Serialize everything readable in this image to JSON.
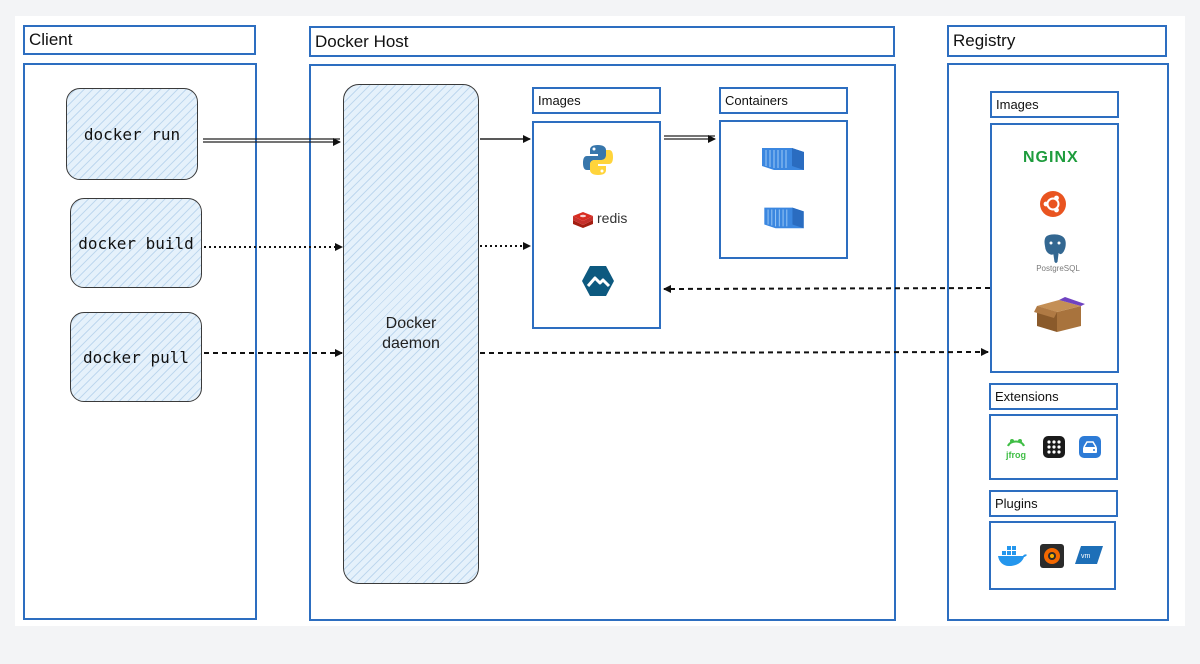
{
  "sections": {
    "client": "Client",
    "docker_host": "Docker Host",
    "registry": "Registry"
  },
  "client": {
    "commands": [
      "docker run",
      "docker build",
      "docker pull"
    ]
  },
  "host": {
    "daemon_label": "Docker\ndaemon",
    "images_label": "Images",
    "containers_label": "Containers",
    "image_icons": [
      "python-logo",
      "redis-logo",
      "alpine-logo"
    ],
    "redis_text": "redis",
    "container_icons": [
      "container-icon",
      "container-icon"
    ]
  },
  "registry": {
    "images_label": "Images",
    "extensions_label": "Extensions",
    "plugins_label": "Plugins",
    "nginx_text": "NGINX",
    "postgres_text": "PostgreSQL",
    "jfrog_text": "jfrog",
    "image_icons": [
      "nginx-logo",
      "ubuntu-logo",
      "postgresql-logo",
      "box-icon"
    ],
    "extension_icons": [
      "jfrog-logo",
      "grid-app-icon",
      "disk-drive-icon"
    ],
    "plugin_icons": [
      "docker-whale-logo",
      "grafana-logo",
      "vmware-logo"
    ]
  },
  "colors": {
    "frame_blue": "#2d6ec0",
    "fill_light_blue": "#e5f1fb",
    "container_blue": "#3b87e0",
    "nginx_green": "#1e9c3d"
  }
}
